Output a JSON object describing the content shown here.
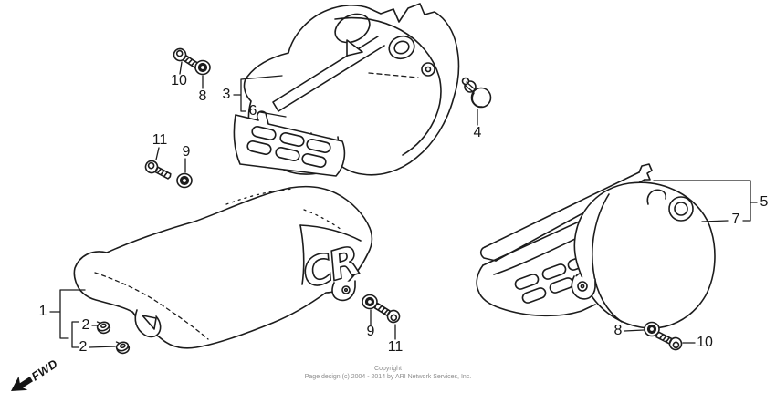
{
  "figure": {
    "fwd_label": "FWD",
    "seat_logo": "CR",
    "copyright_line1": "Copyright",
    "copyright_line2": "Page design (c) 2004 - 2014 by ARI Network Services, Inc."
  },
  "colors": {
    "background": "#ffffff",
    "line": "#1c1c1c",
    "label": "#161616",
    "copyright": "#8c8c8c"
  },
  "callouts": [
    {
      "id": "callout-10-top-left",
      "label": "10"
    },
    {
      "id": "callout-8-top-left",
      "label": "8"
    },
    {
      "id": "callout-3-left-cover",
      "label": "3"
    },
    {
      "id": "callout-6-vent-strip",
      "label": "6"
    },
    {
      "id": "callout-11-left",
      "label": "11"
    },
    {
      "id": "callout-9-left",
      "label": "9"
    },
    {
      "id": "callout-4-grommet",
      "label": "4"
    },
    {
      "id": "callout-5-right-cover",
      "label": "5"
    },
    {
      "id": "callout-7-oval-cover",
      "label": "7"
    },
    {
      "id": "callout-1-seat",
      "label": "1"
    },
    {
      "id": "callout-2-upper-nut",
      "label": "2"
    },
    {
      "id": "callout-2-lower-nut",
      "label": "2"
    },
    {
      "id": "callout-9-bottom",
      "label": "9"
    },
    {
      "id": "callout-11-bottom",
      "label": "11"
    },
    {
      "id": "callout-8-bottom-right",
      "label": "8"
    },
    {
      "id": "callout-10-bottom-right",
      "label": "10"
    }
  ]
}
